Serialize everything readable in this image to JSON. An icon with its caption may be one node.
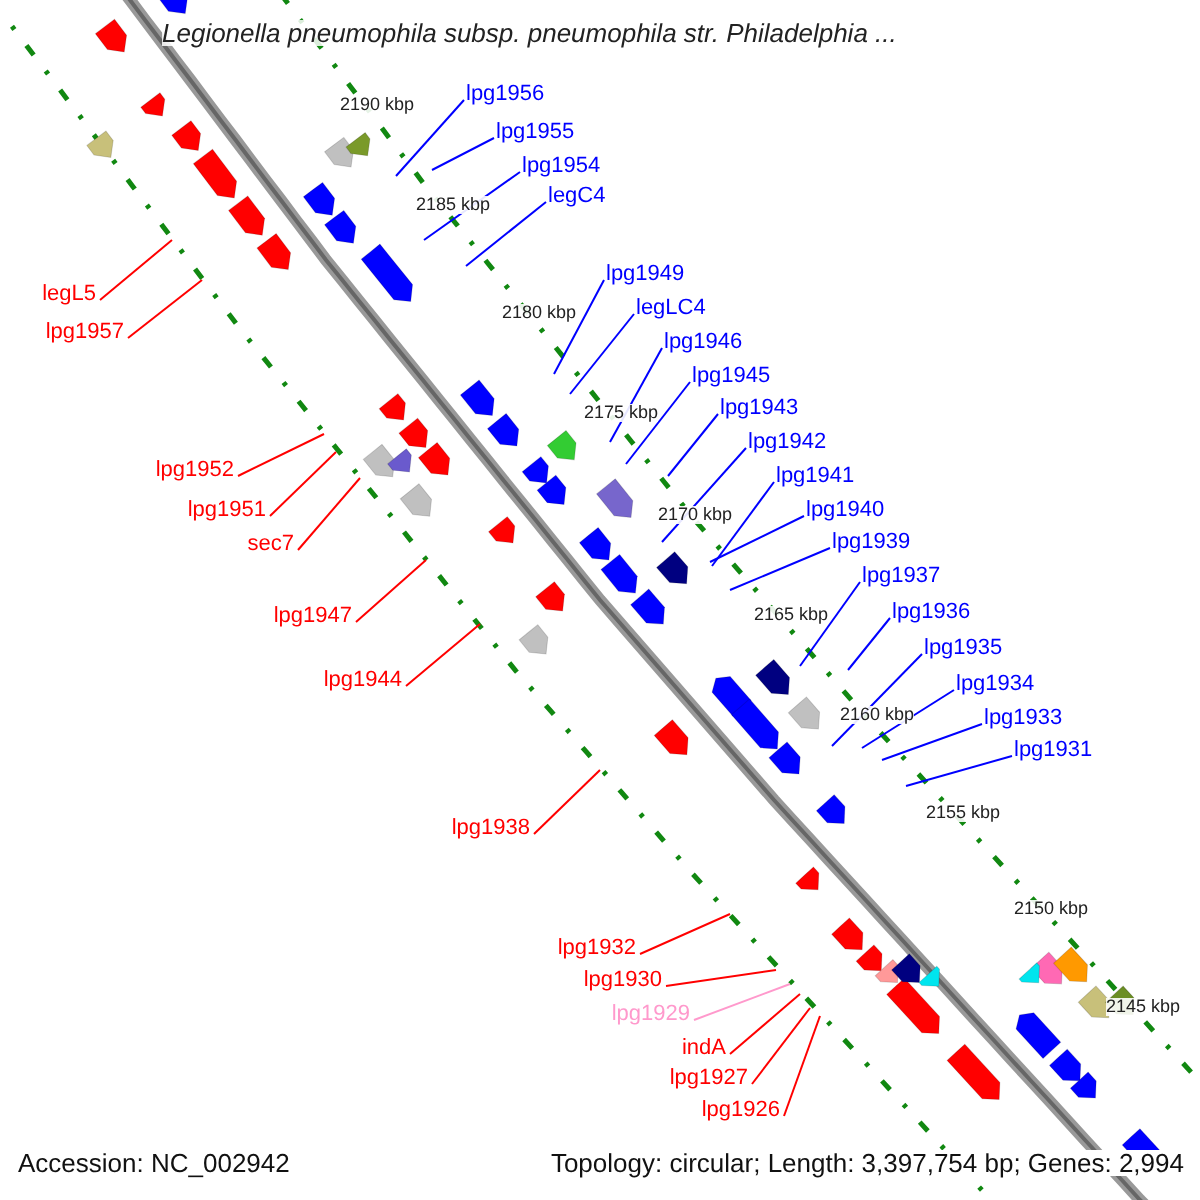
{
  "diagram": {
    "title": "Legionella pneumophila subsp. pneumophila str. Philadelphia ...",
    "nodes": [
      {
        "text": [
          "lpg1956"
        ]
      },
      {
        "text": [
          "lpg1955"
        ]
      },
      {
        "text": [
          "lpg1954"
        ]
      },
      {
        "text": [
          "legC4"
        ]
      },
      {
        "text": [
          "lpg1949"
        ]
      },
      {
        "text": [
          "legL5"
        ]
      },
      {
        "text": [
          "legLC4"
        ]
      },
      {
        "text": [
          "lpg1957"
        ]
      },
      {
        "text": [
          "lpg1946"
        ]
      },
      {
        "text": [
          "lpg1945"
        ]
      },
      {
        "text": [
          "lpg1943"
        ]
      },
      {
        "text": [
          "lpg1942"
        ]
      },
      {
        "text": [
          "lpg1952"
        ]
      },
      {
        "text": [
          "lpg1941"
        ]
      },
      {
        "text": [
          "lpg1951"
        ]
      },
      {
        "text": [
          "lpg1940"
        ]
      },
      {
        "text": [
          "sec7"
        ]
      },
      {
        "text": [
          "lpg1939"
        ]
      },
      {
        "text": [
          "lpg1937"
        ]
      },
      {
        "text": [
          "lpg1947"
        ]
      },
      {
        "text": [
          "lpg1936"
        ]
      },
      {
        "text": [
          "lpg1935"
        ]
      },
      {
        "text": [
          "lpg1944"
        ]
      },
      {
        "text": [
          "lpg1934"
        ]
      },
      {
        "text": [
          "lpg1933"
        ]
      },
      {
        "text": [
          "lpg1931"
        ]
      },
      {
        "text": [
          "lpg1938"
        ]
      },
      {
        "text": [
          "lpg1932"
        ]
      },
      {
        "text": [
          "lpg1930"
        ]
      },
      {
        "text": [
          "lpg1929"
        ]
      },
      {
        "text": [
          "indA"
        ]
      },
      {
        "text": [
          "lpg1927"
        ]
      },
      {
        "text": [
          "lpg1926"
        ]
      }
    ],
    "edges": [
      {
        "from": 0,
        "to": null,
        "arrow": "none"
      },
      {
        "from": 1,
        "to": null,
        "arrow": "none"
      },
      {
        "from": 2,
        "to": null,
        "arrow": "none"
      },
      {
        "from": 3,
        "to": null,
        "arrow": "none"
      },
      {
        "from": 4,
        "to": null,
        "arrow": "none"
      },
      {
        "from": 5,
        "to": null,
        "arrow": "none",
        "color": "#ff0000"
      },
      {
        "from": 6,
        "to": null,
        "arrow": "none"
      },
      {
        "from": 7,
        "to": null,
        "arrow": "none",
        "color": "#ff0000"
      },
      {
        "from": 8,
        "to": null,
        "arrow": "none"
      },
      {
        "from": 9,
        "to": null,
        "arrow": "none"
      },
      {
        "from": 10,
        "to": null,
        "arrow": "none"
      },
      {
        "from": 11,
        "to": null,
        "arrow": "none"
      },
      {
        "from": 12,
        "to": null,
        "arrow": "none",
        "color": "#ff0000"
      },
      {
        "from": 13,
        "to": null,
        "arrow": "none"
      },
      {
        "from": 14,
        "to": null,
        "arrow": "none",
        "color": "#ff0000"
      },
      {
        "from": 15,
        "to": null,
        "arrow": "none"
      },
      {
        "from": 16,
        "to": null,
        "arrow": "none",
        "color": "#ff0000"
      },
      {
        "from": 17,
        "to": null,
        "arrow": "none"
      },
      {
        "from": 18,
        "to": null,
        "arrow": "none"
      },
      {
        "from": 19,
        "to": null,
        "arrow": "none",
        "color": "#ff0000"
      },
      {
        "from": 20,
        "to": null,
        "arrow": "none"
      },
      {
        "from": 21,
        "to": null,
        "arrow": "none"
      },
      {
        "from": 22,
        "to": null,
        "arrow": "none",
        "color": "#ff0000"
      },
      {
        "from": 23,
        "to": null,
        "arrow": "none"
      },
      {
        "from": 24,
        "to": null,
        "arrow": "none"
      },
      {
        "from": 25,
        "to": null,
        "arrow": "none"
      },
      {
        "from": 26,
        "to": null,
        "arrow": "none",
        "color": "#ff0000"
      },
      {
        "from": 27,
        "to": null,
        "arrow": "none",
        "color": "#ff0000"
      },
      {
        "from": 28,
        "to": null,
        "arrow": "none",
        "color": "#ff0000"
      },
      {
        "from": 29,
        "to": null,
        "arrow": "none",
        "color": "#ff99cc"
      },
      {
        "from": 30,
        "to": null,
        "arrow": "none",
        "color": "#ff0000"
      },
      {
        "from": 31,
        "to": null,
        "arrow": "none",
        "color": "#ff0000"
      },
      {
        "from": 32,
        "to": null,
        "arrow": "none",
        "color": "#ff0000"
      }
    ],
    "labels": [
      "2190 kbp",
      "2185 kbp",
      "2180 kbp",
      "2175 kbp",
      "2170 kbp",
      "2165 kbp",
      "2160 kbp",
      "2155 kbp",
      "2150 kbp",
      "2145 kbp",
      "Accession: NC_002942",
      "Topology: circular; Length: 3,397,754 bp; Genes: 2,994"
    ]
  }
}
